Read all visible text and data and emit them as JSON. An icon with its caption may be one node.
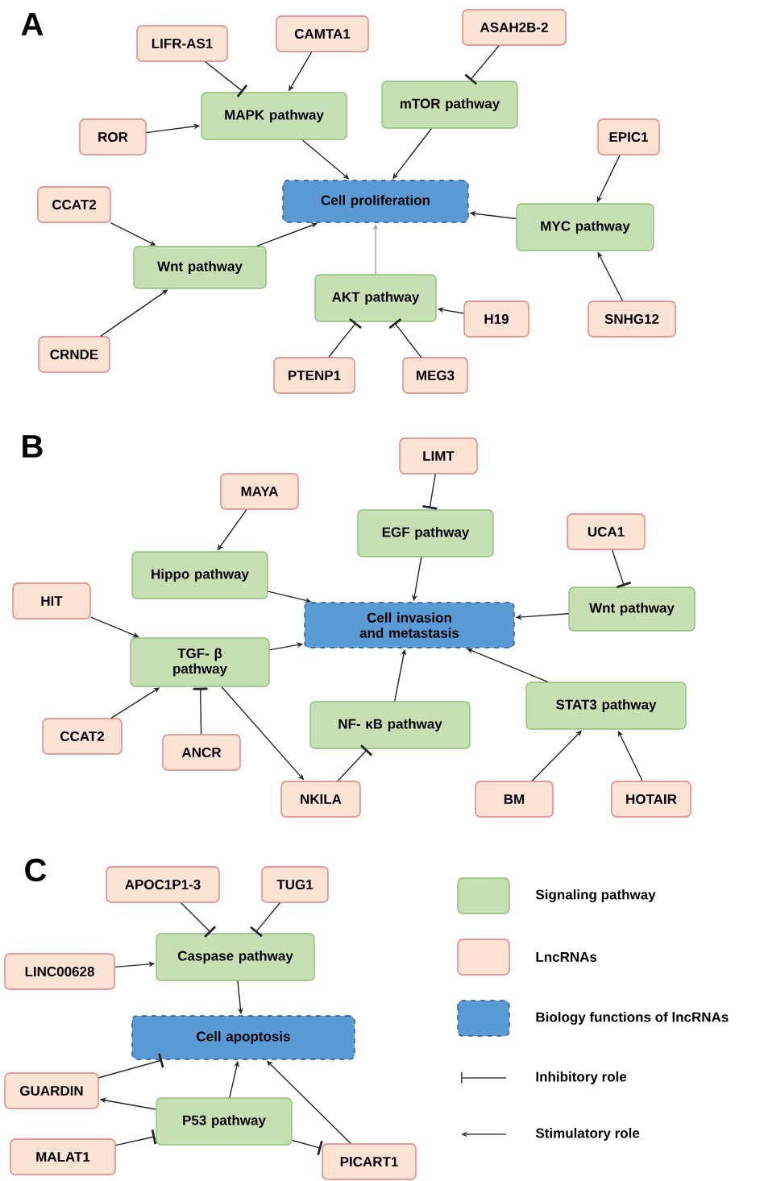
{
  "diagram": {
    "nodes": [
      {
        "text": [
          "LIFR-AS1"
        ]
      },
      {
        "text": [
          "CAMTA1"
        ]
      },
      {
        "text": [
          "ASAH2B-2"
        ]
      },
      {
        "text": [
          "ROR"
        ]
      },
      {
        "text": [
          "MAPK pathway"
        ]
      },
      {
        "text": [
          "mTOR pathway"
        ]
      },
      {
        "text": [
          "EPIC1"
        ]
      },
      {
        "text": [
          "CCAT2"
        ]
      },
      {
        "text": [
          "Cell proliferation"
        ]
      },
      {
        "text": [
          "MYC pathway"
        ]
      },
      {
        "text": [
          "Wnt pathway"
        ]
      },
      {
        "text": [
          "AKT pathway"
        ]
      },
      {
        "text": [
          "H19"
        ]
      },
      {
        "text": [
          "SNHG12"
        ]
      },
      {
        "text": [
          "CRNDE"
        ]
      },
      {
        "text": [
          "PTENP1"
        ]
      },
      {
        "text": [
          "MEG3"
        ]
      },
      {
        "text": [
          "LIMT"
        ]
      },
      {
        "text": [
          "MAYA"
        ]
      },
      {
        "text": [
          "EGF pathway"
        ]
      },
      {
        "text": [
          "UCA1"
        ]
      },
      {
        "text": [
          "Hippo pathway"
        ]
      },
      {
        "text": [
          "HIT"
        ]
      },
      {
        "text": [
          "Cell invasion and metastasis"
        ]
      },
      {
        "text": [
          "Wnt pathway"
        ]
      },
      {
        "text": [
          "TGF- β pathway"
        ]
      },
      {
        "text": [
          "STAT3 pathway"
        ]
      },
      {
        "text": [
          "NF- κB pathway"
        ]
      },
      {
        "text": [
          "CCAT2"
        ]
      },
      {
        "text": [
          "ANCR"
        ]
      },
      {
        "text": [
          "NKILA"
        ]
      },
      {
        "text": [
          "BM"
        ]
      },
      {
        "text": [
          "HOTAIR"
        ]
      },
      {
        "text": [
          "APOC1P1-3"
        ]
      },
      {
        "text": [
          "TUG1"
        ]
      },
      {
        "text": [
          "LINC00628"
        ]
      },
      {
        "text": [
          "Caspase pathway"
        ]
      },
      {
        "text": [
          "Cell apoptosis"
        ]
      },
      {
        "text": [
          "GUARDIN"
        ]
      },
      {
        "text": [
          "P53 pathway"
        ]
      },
      {
        "text": [
          "MALAT1"
        ]
      },
      {
        "text": [
          "PICART1"
        ]
      }
    ],
    "edges": [
      {
        "from": 0,
        "to": 4,
        "arrow": "other"
      },
      {
        "from": 1,
        "to": 4,
        "arrow": "to"
      },
      {
        "from": 2,
        "to": 5,
        "arrow": "other"
      },
      {
        "from": 3,
        "to": 4,
        "arrow": "to"
      },
      {
        "from": 4,
        "to": 8,
        "arrow": "to"
      },
      {
        "from": 5,
        "to": 8,
        "arrow": "to"
      },
      {
        "from": 6,
        "to": 9,
        "arrow": "to"
      },
      {
        "from": 9,
        "to": 8,
        "arrow": "to"
      },
      {
        "from": 7,
        "to": 10,
        "arrow": "to"
      },
      {
        "from": 10,
        "to": 8,
        "arrow": "to"
      },
      {
        "from": 11,
        "to": 8,
        "arrow": "to",
        "color": "#a6a6a6"
      },
      {
        "from": 12,
        "to": 11,
        "arrow": "to"
      },
      {
        "from": 13,
        "to": 9,
        "arrow": "to"
      },
      {
        "from": 14,
        "to": 10,
        "arrow": "to"
      },
      {
        "from": 15,
        "to": 11,
        "arrow": "other"
      },
      {
        "from": 16,
        "to": 11,
        "arrow": "other"
      },
      {
        "from": 17,
        "to": 19,
        "arrow": "other"
      },
      {
        "from": 18,
        "to": 21,
        "arrow": "to"
      },
      {
        "from": 19,
        "to": 23,
        "arrow": "to"
      },
      {
        "from": 20,
        "to": 24,
        "arrow": "other"
      },
      {
        "from": 21,
        "to": 23,
        "arrow": "to"
      },
      {
        "from": 22,
        "to": 25,
        "arrow": "to"
      },
      {
        "from": 24,
        "to": 23,
        "arrow": "to"
      },
      {
        "from": 25,
        "to": 23,
        "arrow": "to"
      },
      {
        "from": 25,
        "to": 30,
        "arrow": "to"
      },
      {
        "from": 26,
        "to": 23,
        "arrow": "to"
      },
      {
        "from": 27,
        "to": 23,
        "arrow": "to"
      },
      {
        "from": 28,
        "to": 25,
        "arrow": "to"
      },
      {
        "from": 29,
        "to": 25,
        "arrow": "other"
      },
      {
        "from": 30,
        "to": 27,
        "arrow": "other"
      },
      {
        "from": 31,
        "to": 26,
        "arrow": "to"
      },
      {
        "from": 32,
        "to": 26,
        "arrow": "to"
      },
      {
        "from": 33,
        "to": 36,
        "arrow": "other"
      },
      {
        "from": 34,
        "to": 36,
        "arrow": "other"
      },
      {
        "from": 35,
        "to": 36,
        "arrow": "to"
      },
      {
        "from": 36,
        "to": 37,
        "arrow": "to"
      },
      {
        "from": 38,
        "to": 37,
        "arrow": "other"
      },
      {
        "from": 39,
        "to": 38,
        "arrow": "to"
      },
      {
        "from": 39,
        "to": 37,
        "arrow": "to"
      },
      {
        "from": 40,
        "to": 39,
        "arrow": "other"
      },
      {
        "from": 39,
        "to": 41,
        "arrow": "other"
      },
      {
        "from": 41,
        "to": 37,
        "arrow": "to"
      }
    ],
    "labels": [
      "A",
      "B",
      "C"
    ],
    "legend": [
      {
        "text": "Signaling pathway",
        "color": "#c6e0b4"
      },
      {
        "text": "LncRNAs",
        "color": "#fbe3d6"
      },
      {
        "text": "Biology functions of lncRNAs",
        "color": "#5b9bd5"
      },
      {
        "text": "Inhibitory role"
      },
      {
        "text": "Stimulatory role"
      }
    ]
  }
}
